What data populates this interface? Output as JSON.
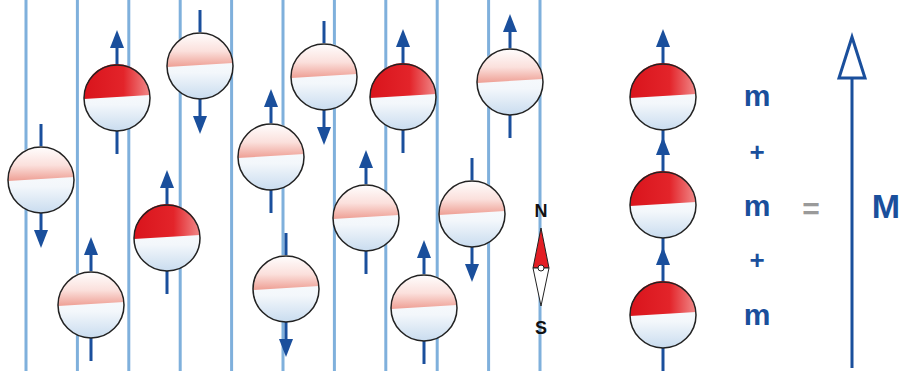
{
  "diagram": {
    "labels": [
      "N",
      "S",
      "m",
      "+",
      "m",
      "+",
      "m",
      "=",
      "M"
    ]
  }
}
